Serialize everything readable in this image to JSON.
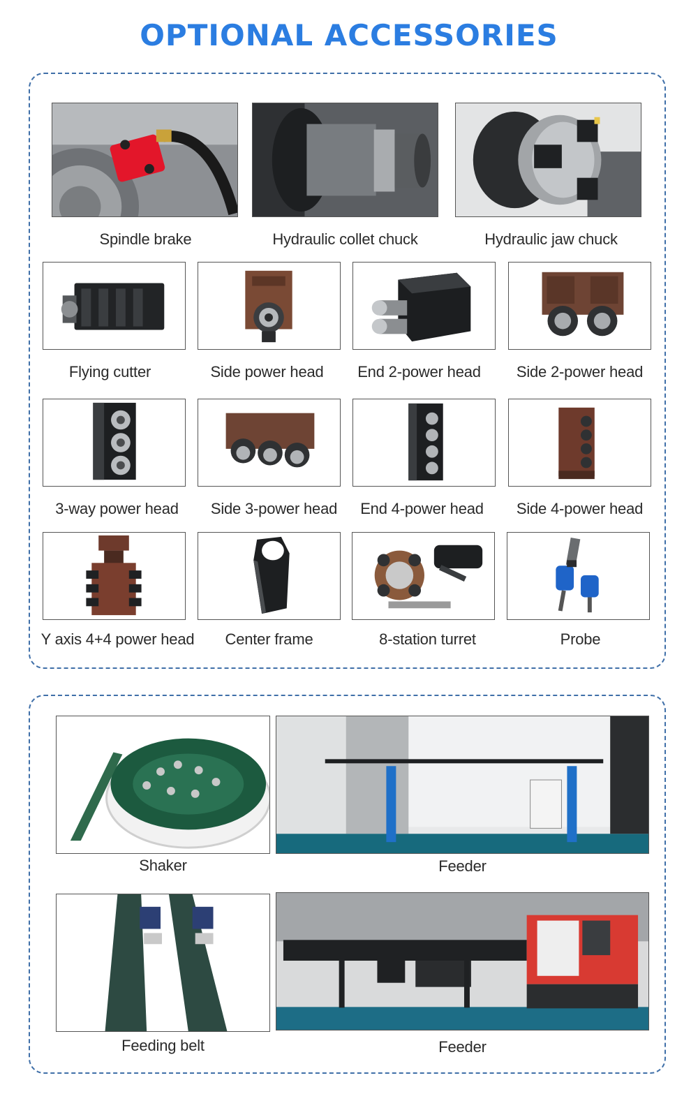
{
  "page": {
    "title": "OPTIONAL ACCESSORIES"
  },
  "accessories": [
    {
      "label": "Spindle brake",
      "icon": "spindle-brake-photo"
    },
    {
      "label": "Hydraulic collet chuck",
      "icon": "hydraulic-collet-chuck-photo"
    },
    {
      "label": "Hydraulic jaw chuck",
      "icon": "hydraulic-jaw-chuck-photo"
    },
    {
      "label": "Flying cutter",
      "icon": "flying-cutter-photo"
    },
    {
      "label": "Side power head",
      "icon": "side-power-head-photo"
    },
    {
      "label": "End 2-power head",
      "icon": "end-2-power-head-photo"
    },
    {
      "label": "Side 2-power head",
      "icon": "side-2-power-head-photo"
    },
    {
      "label": "3-way power head",
      "icon": "3-way-power-head-photo"
    },
    {
      "label": "Side 3-power head",
      "icon": "side-3-power-head-photo"
    },
    {
      "label": "End 4-power head",
      "icon": "end-4-power-head-photo"
    },
    {
      "label": "Side 4-power head",
      "icon": "side-4-power-head-photo"
    },
    {
      "label": "Y axis 4+4 power head",
      "icon": "y-axis-power-head-photo"
    },
    {
      "label": "Center frame",
      "icon": "center-frame-photo"
    },
    {
      "label": "8-station turret",
      "icon": "8-station-turret-photo"
    },
    {
      "label": "Probe",
      "icon": "probe-photo"
    }
  ],
  "equipment": [
    {
      "label": "Shaker",
      "icon": "shaker-photo"
    },
    {
      "label": "Feeder",
      "icon": "feeder-photo"
    },
    {
      "label": "Feeding belt",
      "icon": "feeding-belt-photo"
    },
    {
      "label": "Feeder",
      "icon": "bar-feeder-photo"
    }
  ],
  "colors": {
    "title": "#2b7de1",
    "border": "#3f6fa8"
  }
}
